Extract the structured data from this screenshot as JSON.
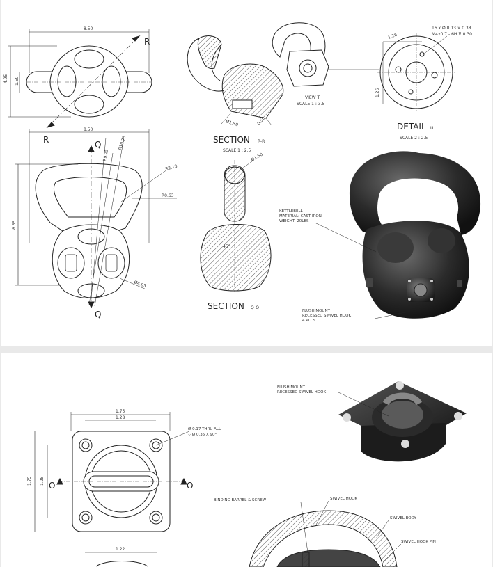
{
  "sheet1": {
    "top_view": {
      "width_dim": "8.50",
      "height_dim": "4.95",
      "thickness_dim": "1.50",
      "section_letter": "R"
    },
    "front_view": {
      "width_dim": "8.50",
      "height_dim": "8.55",
      "r_outer": "R10.75",
      "r_mid": "R9.25",
      "r_handle": "R2.13",
      "r_small": "R0.63",
      "dia_base": "Ø4.95",
      "section_letter_q": "Q",
      "section_letter_r": "R"
    },
    "section_rr": {
      "title": "SECTION",
      "suffix": "R-R",
      "scale": "SCALE 1 : 2.5",
      "dim_a": "Ø1.50",
      "dim_b": "0.50"
    },
    "view_t": {
      "title": "VIEW T",
      "scale": "SCALE 1 : 3.5"
    },
    "detail_u": {
      "title": "DETAIL",
      "suffix": "U",
      "scale": "SCALE 2 : 2.5",
      "note_line1": "16 x Ø 0.13 ⊽ 0.38",
      "note_line2": "M4x0.7 - 6H ⊽ 0.30",
      "dim_top": "1.26",
      "dim_side": "1.26"
    },
    "section_qq": {
      "title": "SECTION",
      "suffix": "Q-Q",
      "dim_a": "Ø1.50",
      "dim_b": "45°"
    },
    "callout_kettlebell": {
      "line1": "KETTLEBELL",
      "line2": "MATERIAL: CAST IRON",
      "line3": "WEIGHT: 20LBS"
    },
    "callout_hook": {
      "line1": "FLUSH MOUNT",
      "line2": "RECESSED SWIVEL HOOK",
      "line3": "4 PLCS"
    }
  },
  "sheet2": {
    "callout_hook": {
      "line1": "FLUSH MOUNT",
      "line2": "RECESSED SWIVEL HOOK"
    },
    "plate_view": {
      "dim_outer_w": "1.75",
      "dim_inner_w": "1.28",
      "dim_outer_h": "1.75",
      "dim_inner_h": "1.28",
      "hole_note1": "Ø 0.17 THRU ALL",
      "hole_note2": "⌵ Ø 0.35 X 90°",
      "section_letter": "O",
      "dim_lower": "1.22"
    },
    "section_labels": {
      "binding": "BINDING BARREL & SCREW",
      "swivel_hook": "SWIVEL HOOK",
      "swivel_body": "SWIVEL BODY",
      "swivel_pin": "SWIVEL HOOK PIN"
    }
  }
}
